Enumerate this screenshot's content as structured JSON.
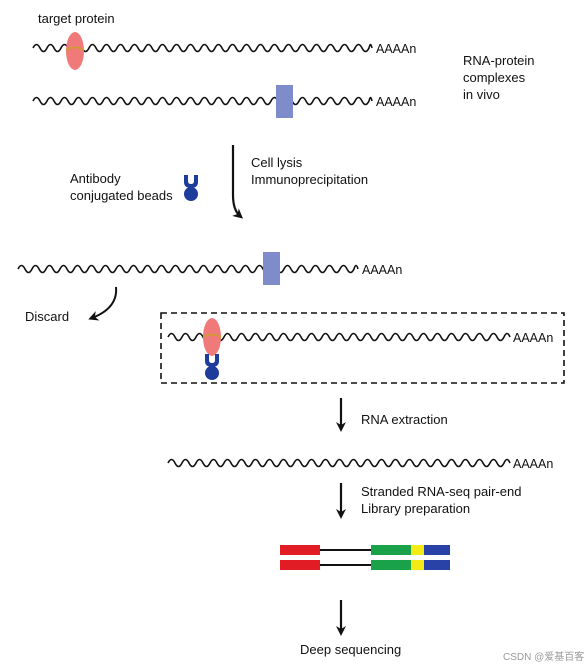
{
  "labels": {
    "target_protein": "target protein",
    "rna_complexes": "RNA-protein\ncomplexes\nin vivo",
    "cell_lysis": "Cell lysis\nImmunoprecipitation",
    "antibody": "Antibody\nconjugated beads",
    "discard": "Discard",
    "rna_extraction": "RNA extraction",
    "library_prep": "Stranded RNA-seq pair-end\nLibrary preparation",
    "deep_seq": "Deep sequencing",
    "polya": "AAAAn",
    "watermark": "CSDN @爱基百客"
  },
  "colors": {
    "protein": "#f07a7a",
    "rbp_box": "#7f8ccc",
    "antibody": "#1e3c9a",
    "lib_red": "#e21c24",
    "lib_green": "#1aa24a",
    "lib_yellow": "#f4ea16",
    "lib_blue": "#2942a8",
    "line": "#111111"
  }
}
